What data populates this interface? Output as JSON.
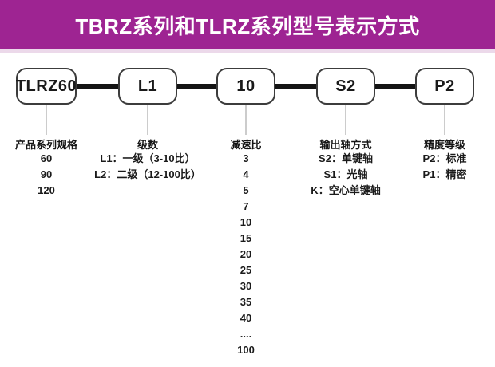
{
  "header": {
    "title": "TBRZ系列和TLRZ系列型号表示方式"
  },
  "colors": {
    "header_bg": "#9e2492",
    "header_strip": "#ecd9ea",
    "box_border": "#3c3c3c",
    "connector": "#141414",
    "leader_line": "#9a9a9a",
    "text": "#1a1a1a",
    "title_text": "#ffffff"
  },
  "columns": [
    {
      "code": "TLRZ60",
      "label": "产品系列规格",
      "items": [
        "60",
        "90",
        "120"
      ]
    },
    {
      "code": "L1",
      "label": "级数",
      "items": [
        "L1：一级（3-10比）",
        "L2：二级（12-100比）"
      ]
    },
    {
      "code": "10",
      "label": "减速比",
      "items": [
        "3",
        "4",
        "5",
        "7",
        "10",
        "15",
        "20",
        "25",
        "30",
        "35",
        "40",
        "....",
        "100"
      ]
    },
    {
      "code": "S2",
      "label": "输出轴方式",
      "items": [
        "S2：单键轴",
        "S1：光轴",
        "K：空心单键轴"
      ]
    },
    {
      "code": "P2",
      "label": "精度等级",
      "items": [
        "P2：标准",
        "P1：精密"
      ]
    }
  ]
}
